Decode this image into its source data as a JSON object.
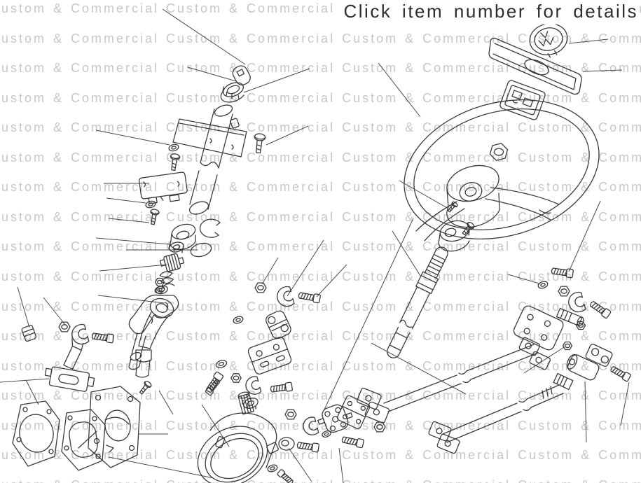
{
  "title": "Click item number for details",
  "watermark": {
    "text": "Custom & Commercial",
    "color": "#c7c7c7"
  },
  "colors": {
    "line": "#3a3a3a",
    "leader": "#4a4a4a",
    "title_text": "#2e2e2e",
    "background": "#ffffff"
  },
  "diagram": {
    "subject": "steering-column-exploded-parts-diagram",
    "parts": [
      "lock-cylinder",
      "knurled-ring",
      "column-switch-plate",
      "column-tube",
      "mount-screw",
      "washer",
      "ignition-switch",
      "column-bearing-cup",
      "snap-ring",
      "bearing-race",
      "o-ring",
      "contact-carrier",
      "spring",
      "lower-yoke",
      "grease-fitting",
      "clamp-nut",
      "clamp",
      "clamp-bolt",
      "swivel-tube",
      "column-housing",
      "gasket-plate",
      "gasket-plate-2",
      "cover-plate",
      "drop-arm",
      "steering-box",
      "grommet",
      "flector-disc",
      "mount-plate",
      "universal-joint",
      "coupling-flange",
      "steering-shaft",
      "steering-wheel",
      "wheel-nut",
      "cancel-ring",
      "horn-emblem",
      "horn-bar",
      "contact-plate",
      "coupling-bracket",
      "long-rod",
      "long-rod-2",
      "universal-joint-2",
      "bolt",
      "nut",
      "washer-small",
      "screw"
    ]
  }
}
